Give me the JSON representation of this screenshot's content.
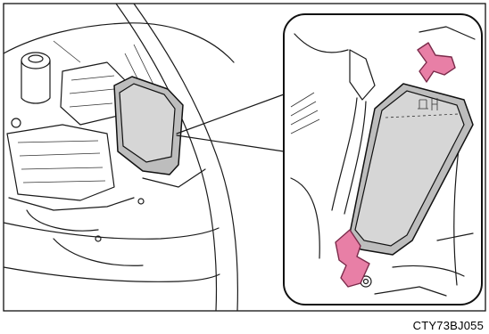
{
  "figure": {
    "image_code": "CTY73BJ055",
    "accent_color": "#e87fa6",
    "box_color": "#bdbdbd",
    "icons": [
      "engine-compartment",
      "fuse-box-cover",
      "detail-callout",
      "release-arrow-top",
      "release-arrow-bottom",
      "fuse-symbol"
    ]
  }
}
